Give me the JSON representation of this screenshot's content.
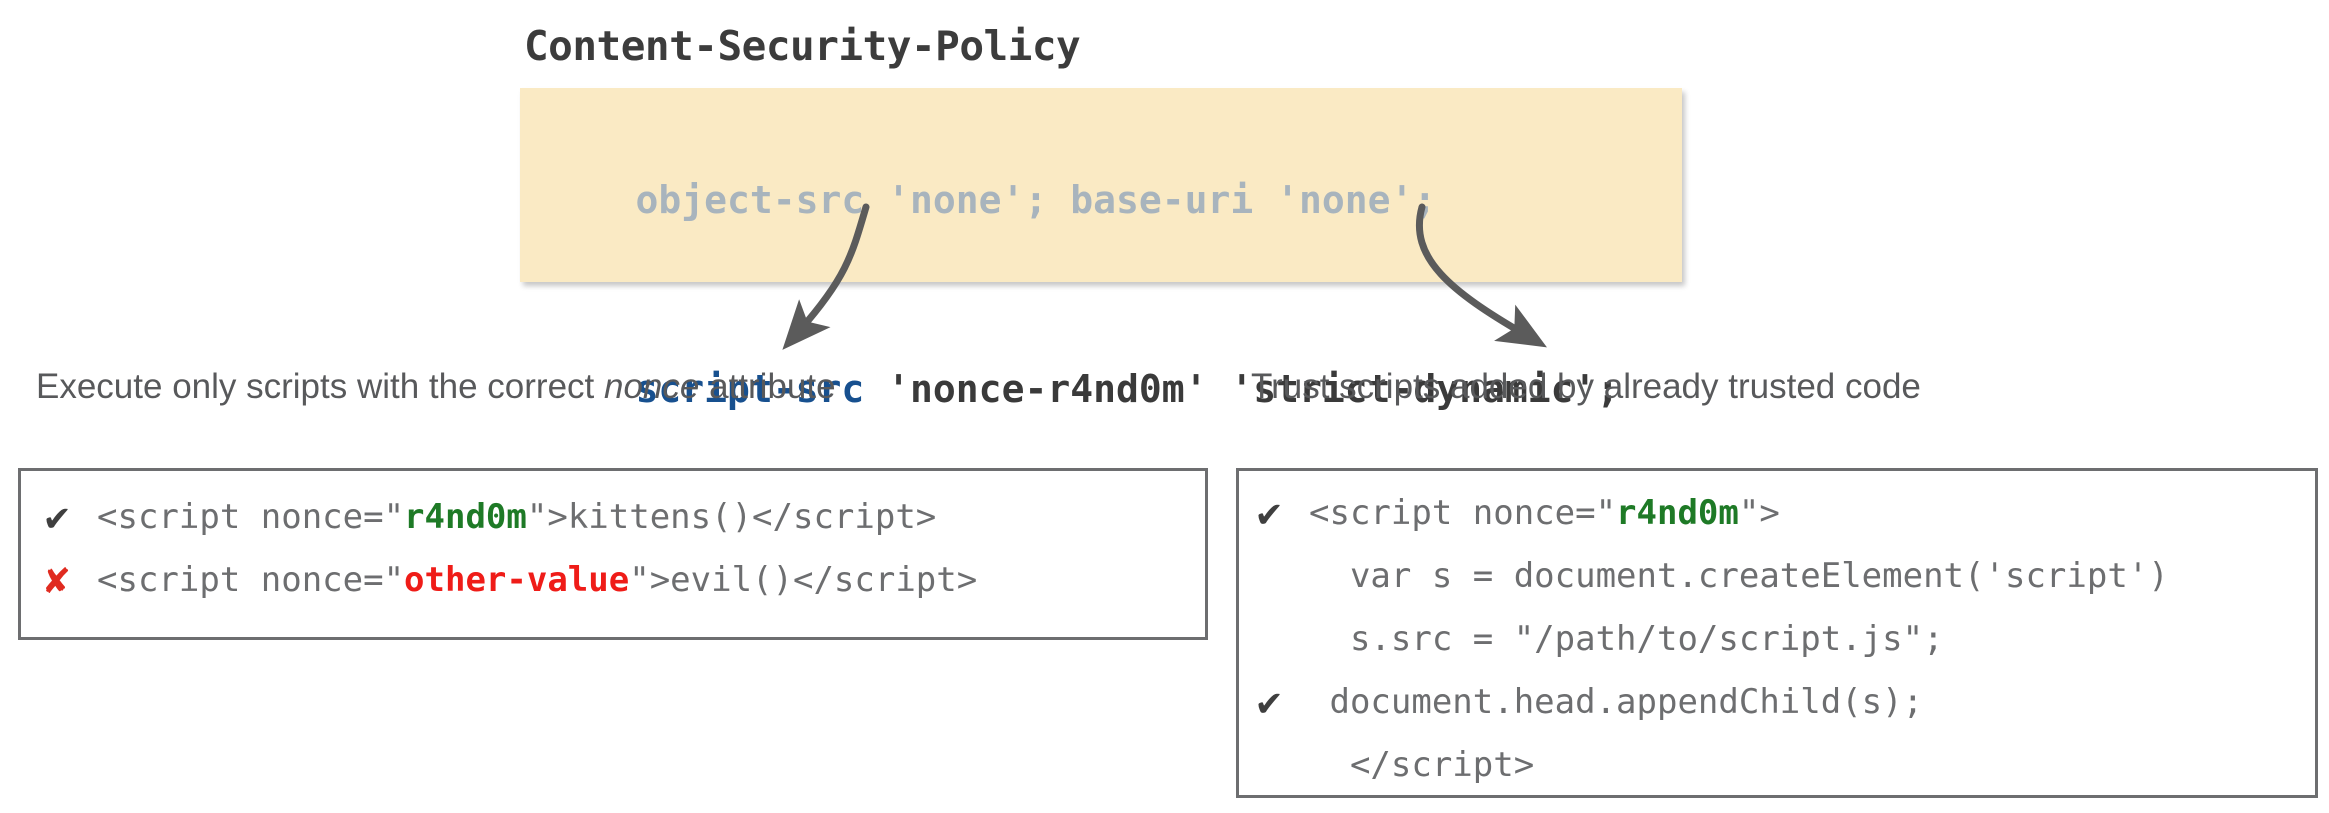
{
  "slide": {
    "title": "Content-Security-Policy",
    "background_color": "#ffffff"
  },
  "policy_block": {
    "background_color": "#faeac4",
    "muted_color": "#a8b4bd",
    "directive_color": "#17508f",
    "value_color": "#3a3a3a",
    "line1": {
      "full": "object-src 'none'; base-uri 'none';",
      "directive1": "object-src",
      "value1": " 'none';",
      "directive2": " base-uri",
      "value2": " 'none';"
    },
    "line2": {
      "full": "script-src 'nonce-r4nd0m' 'strict-dynamic';",
      "directive": "script-src",
      "nonce_value": " 'nonce-r4nd0m'",
      "strict_dynamic_value": " 'strict-dynamic';"
    }
  },
  "captions": {
    "left_before": "Execute only scripts with the correct ",
    "left_italic": "nonce",
    "left_after": " attribute",
    "right": "Trust scripts added by already trusted code"
  },
  "marks": {
    "check": "✔",
    "cross": "✘"
  },
  "example_left": {
    "border_color": "#6d6e70",
    "rows": [
      {
        "mark": "✔",
        "mark_type": "check",
        "pre": "<script nonce=\"",
        "highlight": "r4nd0m",
        "highlight_type": "good",
        "post": "\">kittens()</script>"
      },
      {
        "mark": "✘",
        "mark_type": "cross",
        "pre": "<script nonce=\"",
        "highlight": "other-value",
        "highlight_type": "bad",
        "post": "\">evil()</script>"
      }
    ]
  },
  "example_right": {
    "border_color": "#6d6e70",
    "rows": [
      {
        "mark": "✔",
        "mark_type": "check",
        "pre": "<script nonce=\"",
        "highlight": "r4nd0m",
        "highlight_type": "good",
        "post": "\">"
      },
      {
        "mark": "",
        "mark_type": "blank",
        "pre": "  var s = document.createElement('script')",
        "highlight": "",
        "highlight_type": "none",
        "post": ""
      },
      {
        "mark": "",
        "mark_type": "blank",
        "pre": "  s.src = \"/path/to/script.js\";",
        "highlight": "",
        "highlight_type": "none",
        "post": ""
      },
      {
        "mark": "✔",
        "mark_type": "check",
        "pre": " document.head.appendChild(s);",
        "highlight": "",
        "highlight_type": "none",
        "post": ""
      },
      {
        "mark": "",
        "mark_type": "blank",
        "pre": "  </script>",
        "highlight": "",
        "highlight_type": "none",
        "post": ""
      }
    ]
  },
  "arrows": {
    "color": "#5b5b5b",
    "left_arrow_label": "nonce-to-caption-arrow",
    "right_arrow_label": "strict-dynamic-to-caption-arrow"
  }
}
